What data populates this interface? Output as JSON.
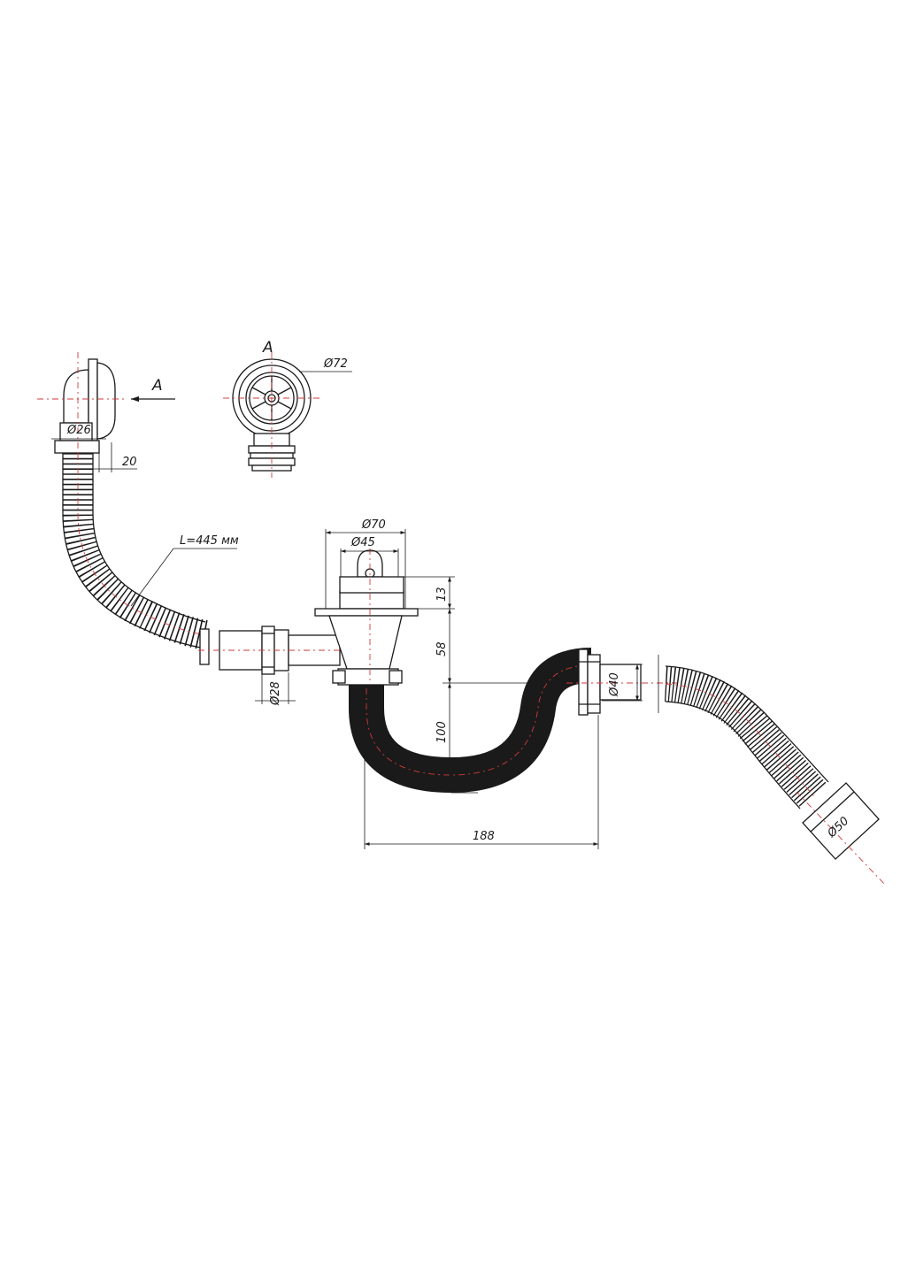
{
  "labels": {
    "view_letter": "A",
    "view_letter_top": "A",
    "d26": "Ø26",
    "dim20": "20",
    "hose_length": "L=445 мм",
    "d72": "Ø72",
    "d70": "Ø70",
    "d45": "Ø45",
    "dim13": "13",
    "dim58": "58",
    "dim100": "100",
    "d28": "Ø28",
    "d40": "Ø40",
    "dim188": "188",
    "d50": "Ø50"
  },
  "colors": {
    "line": "#1a1a1a",
    "axis": "#d23a3a",
    "background": "#ffffff"
  }
}
